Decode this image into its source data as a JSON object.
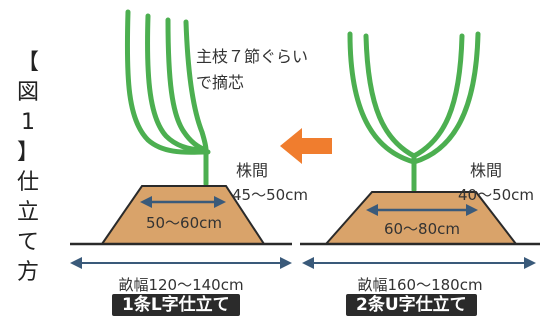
{
  "figure": {
    "title_chars": [
      "【",
      "図",
      "1",
      "】",
      "仕",
      "立",
      "て",
      "方"
    ]
  },
  "left": {
    "note_line1": "主枝７節ぐらい",
    "note_line2": "で摘芯",
    "spacing_label": "株間",
    "spacing_value": "45〜50cm",
    "bed_top_width": "50〜60cm",
    "bed_width": "畝幅120〜140cm",
    "method": "1条L字仕立て"
  },
  "right": {
    "spacing_label": "株間",
    "spacing_value": "40〜50cm",
    "bed_top_width": "60〜80cm",
    "bed_width": "畝幅160〜180cm",
    "method": "2条U字仕立て"
  },
  "colors": {
    "plant": "#4caf50",
    "soil": "#d9a36a",
    "arrow_orange": "#f07d2e",
    "dim_blue": "#3a5a7a",
    "text": "#333333"
  }
}
